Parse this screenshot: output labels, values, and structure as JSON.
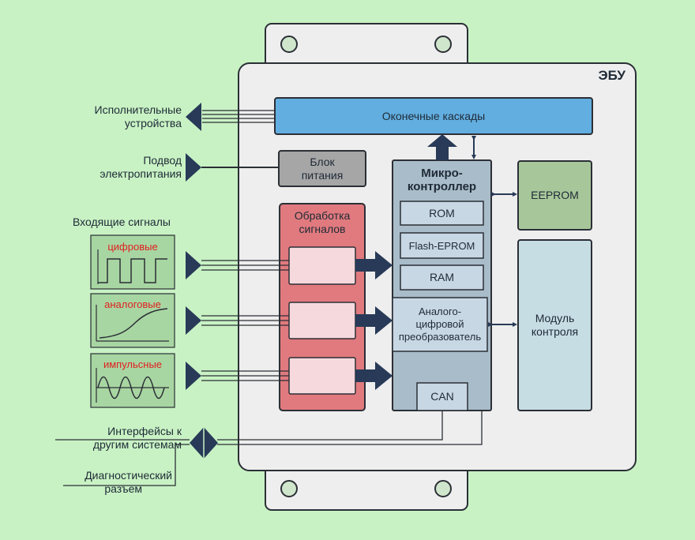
{
  "ecu": {
    "title": "ЭБУ"
  },
  "outputs": {
    "label_line1": "Исполнительные",
    "label_line2": "устройства",
    "block": "Оконечные каскады"
  },
  "power": {
    "label_line1": "Подвод",
    "label_line2": "электропитания",
    "block_line1": "Блок",
    "block_line2": "питания"
  },
  "inputs": {
    "label": "Входящие сигналы",
    "signals": [
      "цифровые",
      "аналоговые",
      "импульсные"
    ]
  },
  "processing": {
    "line1": "Обработка",
    "line2": "сигналов"
  },
  "mcu": {
    "title_line1": "Микро-",
    "title_line2": "контроллер",
    "memories": [
      "ROM",
      "Flash-EPROM",
      "RAM"
    ],
    "adc_line1": "Аналого-",
    "adc_line2": "цифровой",
    "adc_line3": "преобразователь",
    "can": "CAN"
  },
  "eeprom": "EEPROM",
  "monitor": {
    "line1": "Модуль",
    "line2": "контроля"
  },
  "interfaces": {
    "line1": "Интерфейсы к",
    "line2": "другим системам"
  },
  "diagnostic": {
    "line1": "Диагностический",
    "line2": "разъем"
  },
  "colors": {
    "background": "#c8f2c4",
    "ecu_body": "#eeeeee",
    "output_block": "#62aee0",
    "processing_block": "#e07a7e",
    "processing_cell": "#f6d9dc",
    "mcu_block": "#a9bcc9",
    "mcu_cell": "#c8d7e4",
    "eeprom_block": "#a7c79a",
    "monitor_block": "#c7dde4",
    "arrow": "#283a57"
  }
}
